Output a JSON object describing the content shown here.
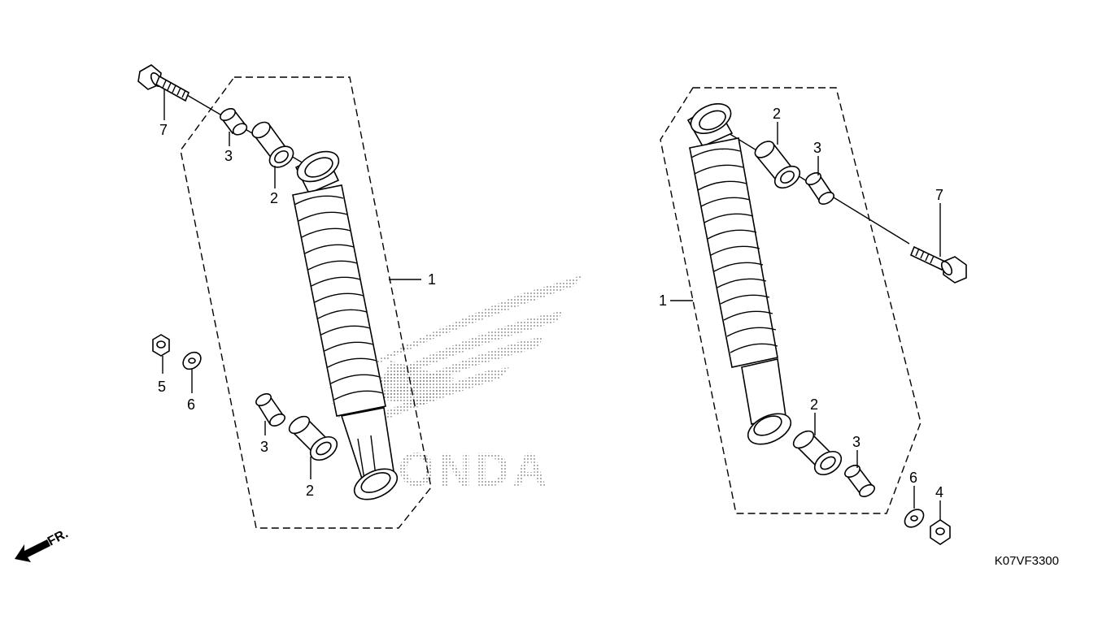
{
  "diagram": {
    "drawing_code": "K07VF3300",
    "front_label": "FR.",
    "watermark_text": "HONDA",
    "callouts": {
      "left": {
        "shock": "1",
        "bushing_top": "2",
        "collar_top": "3",
        "bushing_bottom": "2",
        "collar_bottom": "3",
        "nut": "5",
        "washer": "6",
        "bolt": "7"
      },
      "right": {
        "shock": "1",
        "bushing_top": "2",
        "collar_top": "3",
        "bushing_bottom": "2",
        "collar_bottom": "3",
        "nut": "4",
        "washer": "6",
        "bolt": "7"
      }
    }
  }
}
